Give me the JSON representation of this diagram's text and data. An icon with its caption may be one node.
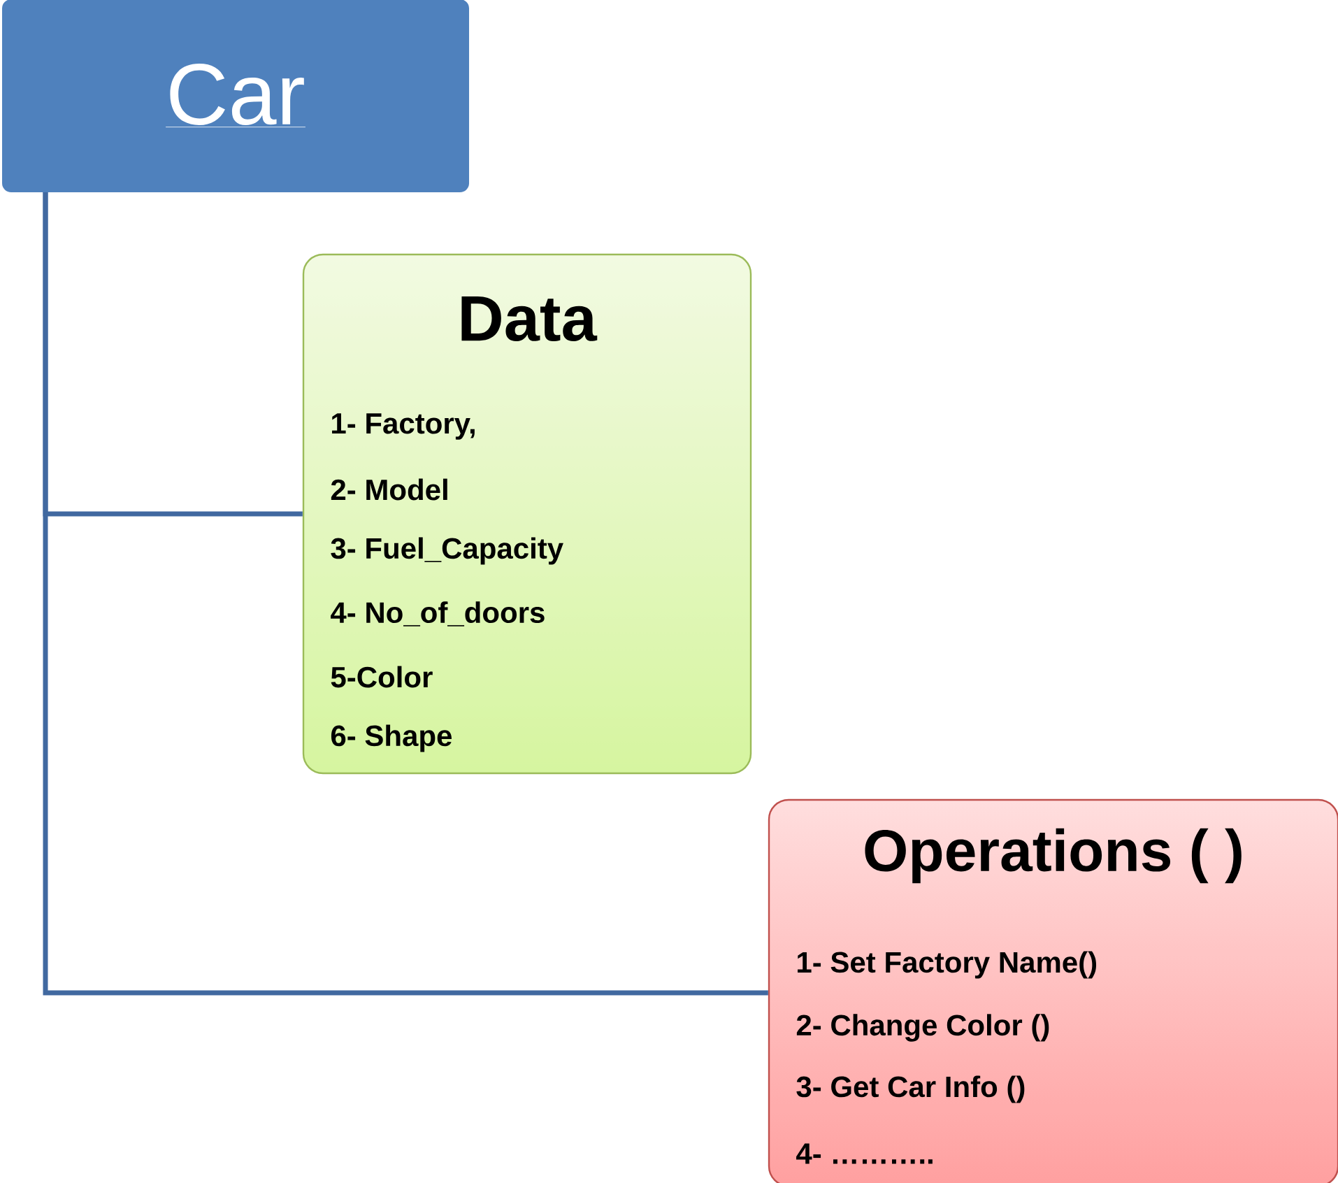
{
  "diagram": {
    "nodes": [
      {
        "text": [
          "Car"
        ]
      },
      {
        "text": [
          "Data",
          "1- Factory,",
          "2- Model",
          "3- Fuel_Capacity",
          "4- No_of_doors",
          "5-Color",
          "6- Shape"
        ]
      },
      {
        "text": [
          "Operations ( )",
          "1- Set Factory Name()",
          "2- Change Color ()",
          "3- Get Car Info ()",
          "4- ……….."
        ]
      }
    ],
    "edges": [
      {
        "from": 0,
        "to": 1,
        "arrow": "none"
      },
      {
        "from": 0,
        "to": 2,
        "arrow": "none"
      }
    ]
  }
}
